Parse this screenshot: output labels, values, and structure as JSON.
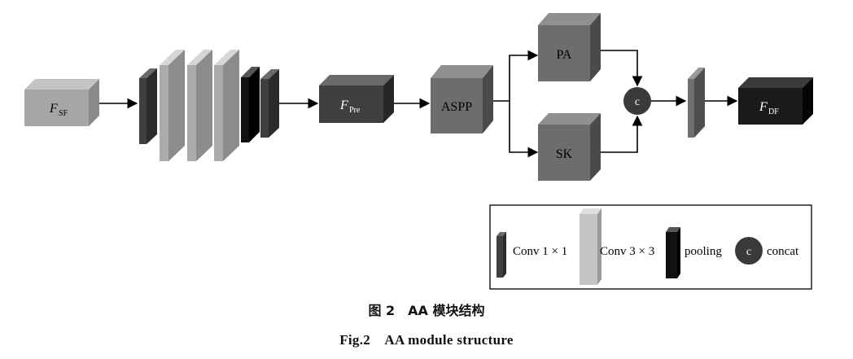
{
  "nodes": {
    "f_sf": {
      "main": "F",
      "sub": "SF"
    },
    "f_pre": {
      "main": "F",
      "sub": "Pre"
    },
    "aspp": "ASPP",
    "pa": "PA",
    "sk": "SK",
    "concat_symbol": "c",
    "f_df": {
      "main": "F",
      "sub": "DF"
    }
  },
  "legend": {
    "conv1": "Conv 1 × 1",
    "conv3": "Conv 3 × 3",
    "pooling": "pooling",
    "concat_symbol": "c",
    "concat": "concat"
  },
  "caption": {
    "cn": "图 2　AA 模块结构",
    "en": "Fig.2　AA module structure"
  },
  "colors": {
    "gray_block": "#a6a6a6",
    "dark_block": "#3f3f3f",
    "mid_block": "#6d6d6d",
    "black_block": "#111111",
    "concat_circle": "#3a3a3a"
  }
}
